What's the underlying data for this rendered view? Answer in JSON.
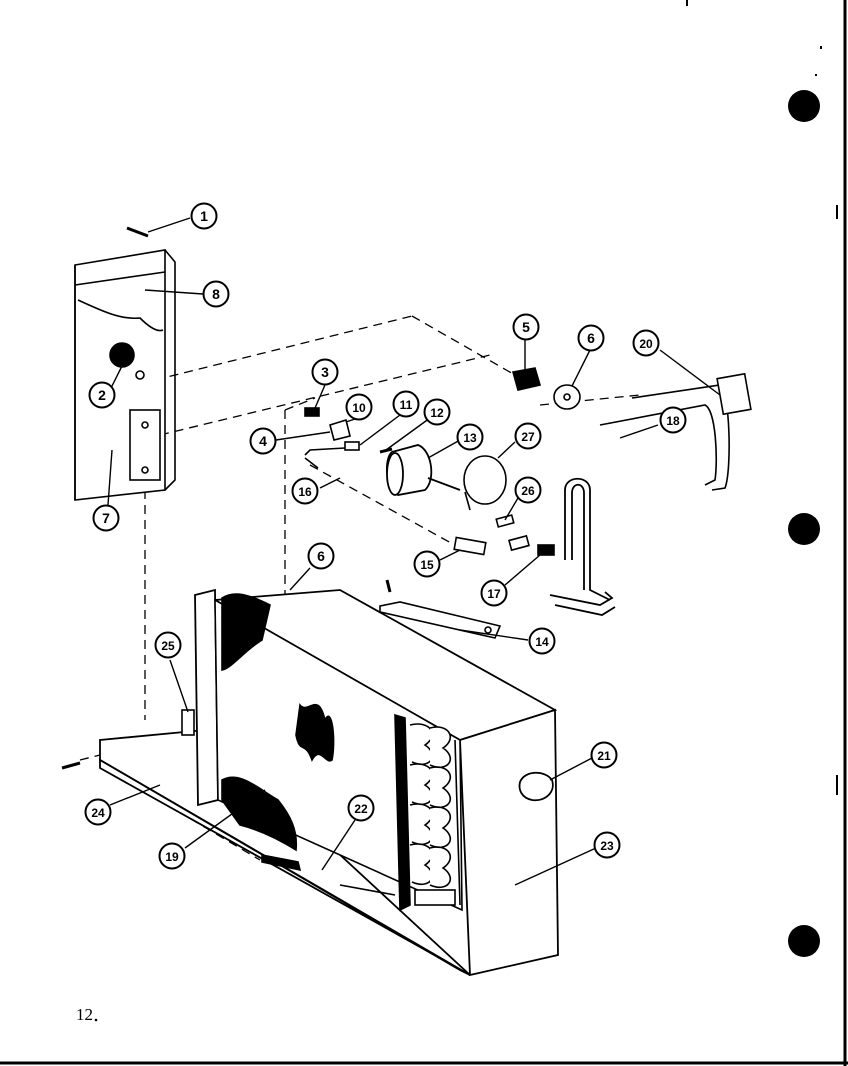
{
  "page_number": "12",
  "callouts": {
    "c1": "1",
    "c2": "2",
    "c3": "3",
    "c4": "4",
    "c5": "5",
    "c6a": "6",
    "c6b": "6",
    "c7": "7",
    "c8": "8",
    "c10": "10",
    "c11": "11",
    "c12": "12",
    "c13": "13",
    "c14": "14",
    "c15": "15",
    "c16": "16",
    "c17": "17",
    "c18": "18",
    "c19": "19",
    "c20": "20",
    "c21": "21",
    "c22": "22",
    "c23": "23",
    "c24": "24",
    "c25": "25",
    "c26": "26",
    "c27": "27"
  },
  "colors": {
    "ink": "#000000",
    "paper": "#ffffff"
  }
}
